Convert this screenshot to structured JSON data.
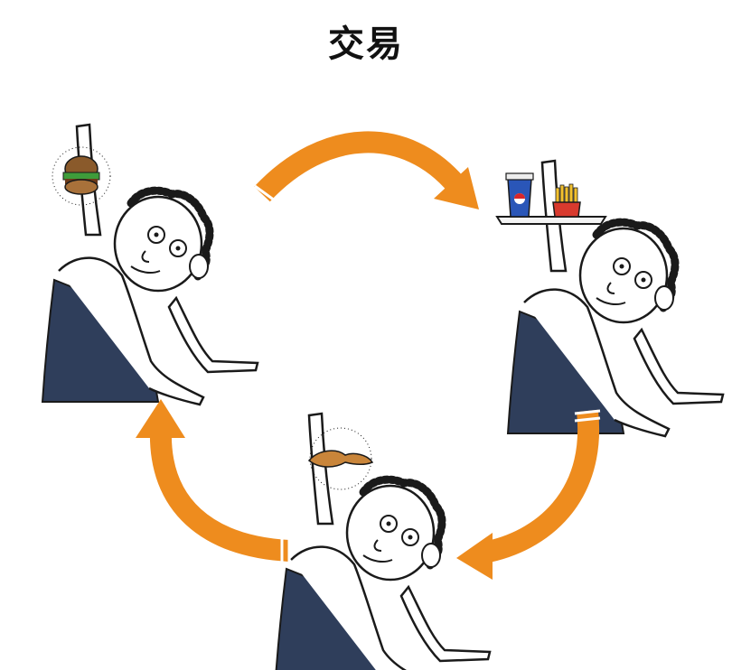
{
  "title": "交易",
  "colors": {
    "arrow": "#EE8C1E",
    "apron": "#2F3E5B",
    "skin": "#FFFFFF",
    "ink": "#1A1A1A",
    "burger_bun": "#8A5A2B",
    "burger_lettuce": "#3E9C3A",
    "cup_blue": "#2A56B8",
    "cup_red": "#D8262A",
    "fries_yellow": "#F2C12E",
    "fries_box": "#D83A2E",
    "wing": "#C9853A"
  },
  "nodes": [
    {
      "id": "person-burger",
      "holds": "burger-icon"
    },
    {
      "id": "person-drink-fries",
      "holds": "drink-fries-tray-icon"
    },
    {
      "id": "person-chicken-wing",
      "holds": "chicken-wing-icon"
    }
  ],
  "edges": [
    {
      "from": "person-burger",
      "to": "person-drink-fries"
    },
    {
      "from": "person-drink-fries",
      "to": "person-chicken-wing"
    },
    {
      "from": "person-chicken-wing",
      "to": "person-burger"
    }
  ]
}
